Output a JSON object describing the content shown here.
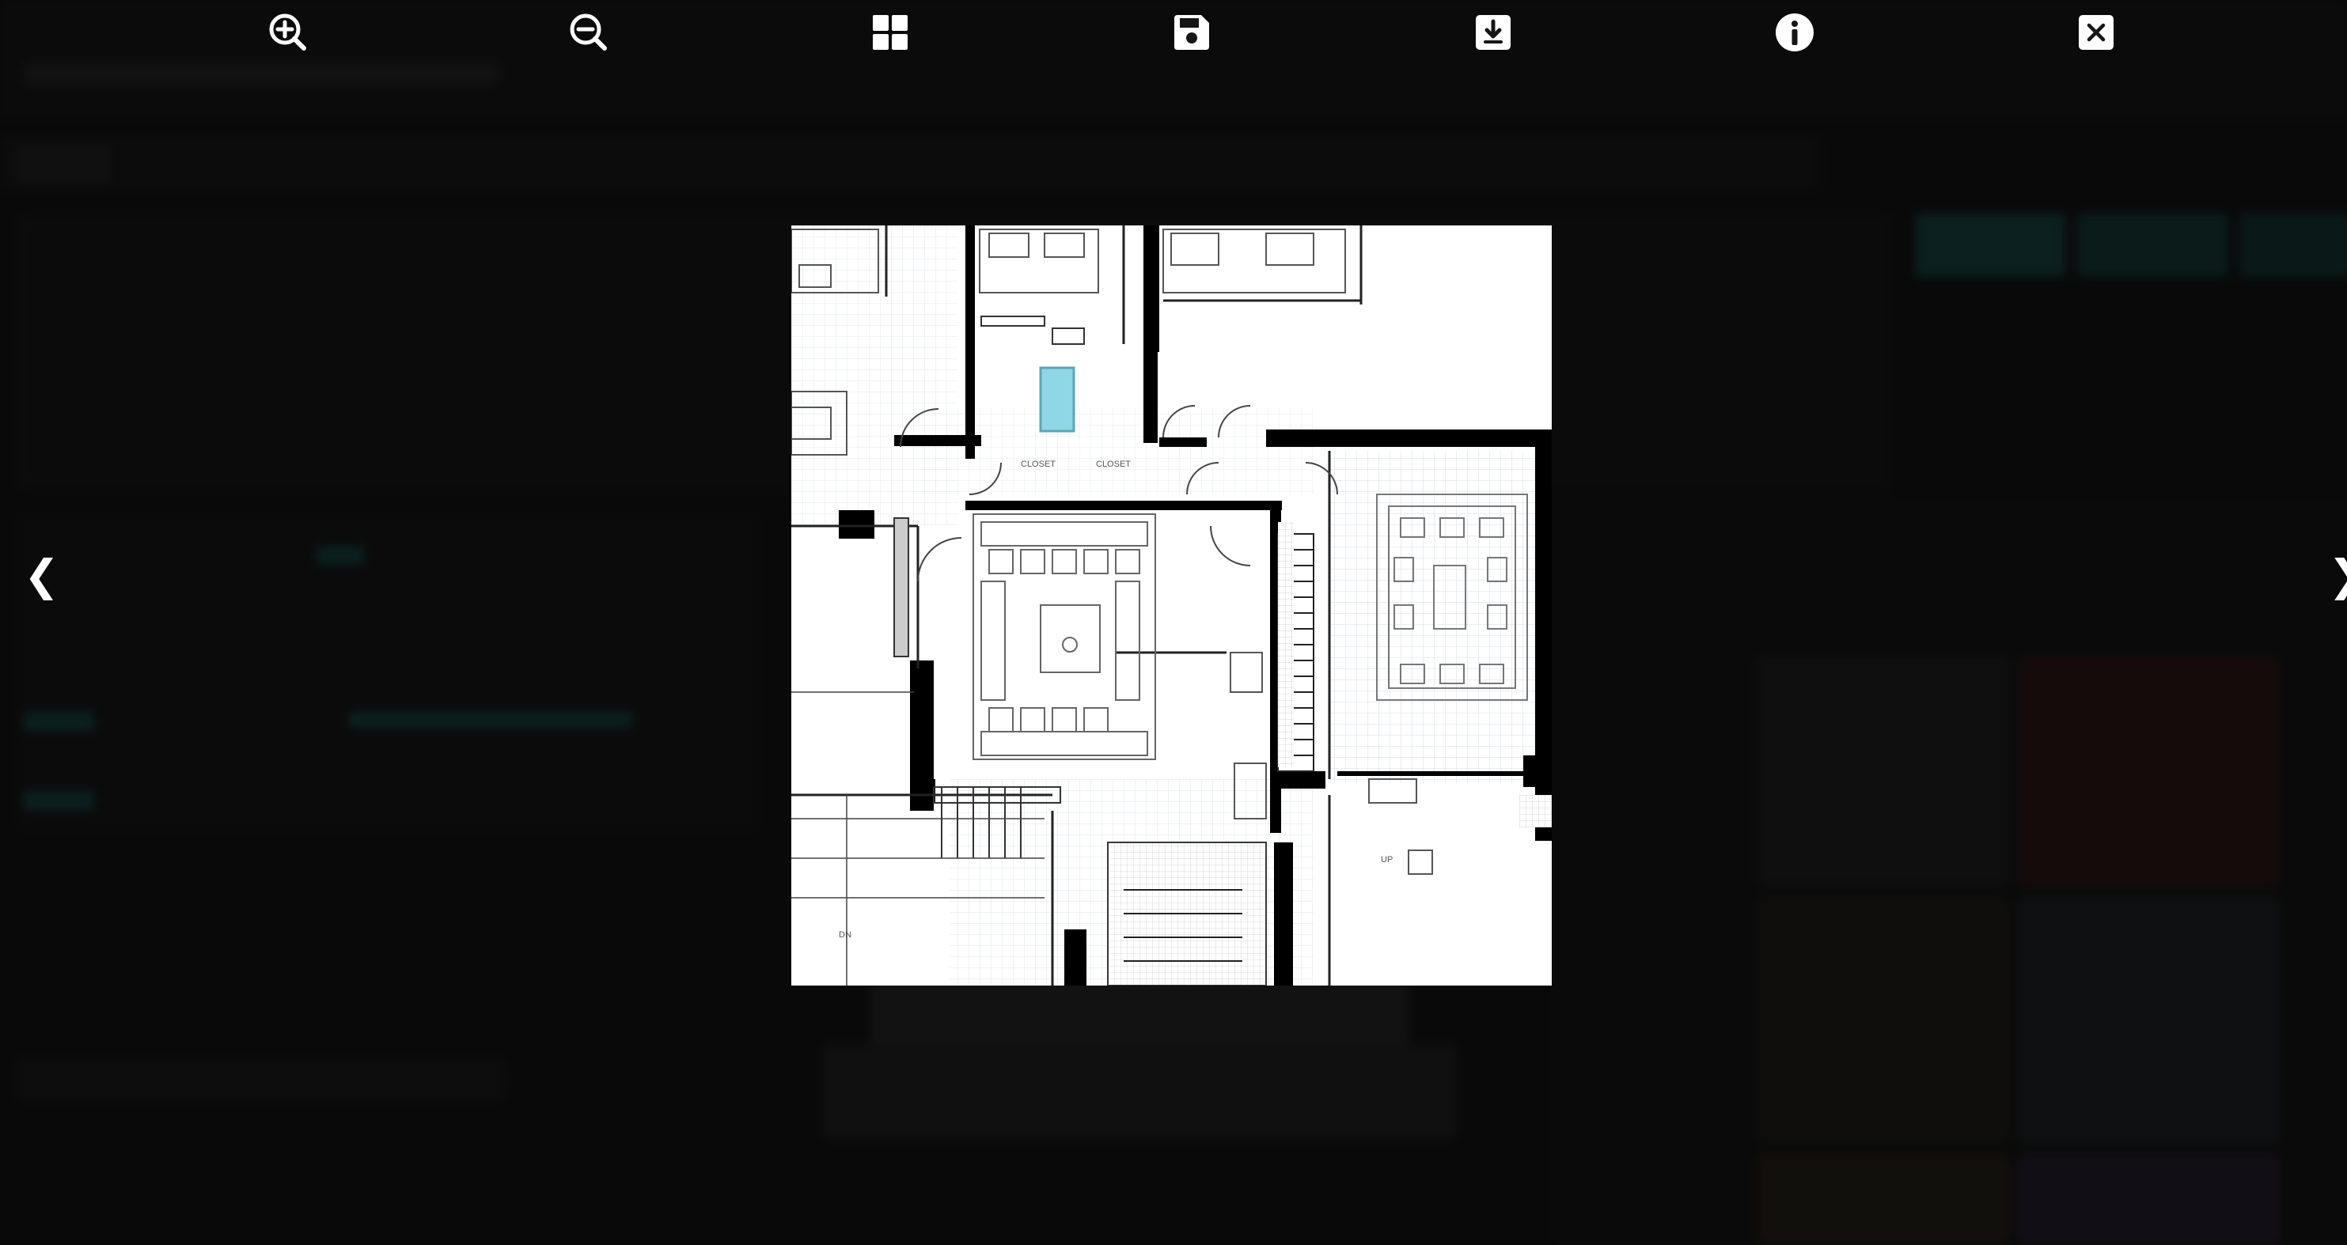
{
  "viewer": {
    "toolbar": [
      {
        "icon": "zoom-in-icon",
        "label": "Zoom in"
      },
      {
        "icon": "zoom-out-icon",
        "label": "Zoom out"
      },
      {
        "icon": "grid-icon",
        "label": "Gallery grid"
      },
      {
        "icon": "save-icon",
        "label": "Save"
      },
      {
        "icon": "download-icon",
        "label": "Download"
      },
      {
        "icon": "info-icon",
        "label": "Info"
      },
      {
        "icon": "close-icon",
        "label": "Close"
      }
    ],
    "prev_arrow": "❮",
    "next_arrow": "❯"
  },
  "image": {
    "subject": "architectural floor plan",
    "plan_labels": [
      "CLOSET",
      "CLOSET",
      "DN",
      "UP"
    ]
  },
  "colors": {
    "background": "#161616",
    "overlay": "rgba(0,0,0,0.55)",
    "icon": "#ffffff",
    "accent": "#1d6f6c",
    "plan_water": "#8fd6e6"
  }
}
